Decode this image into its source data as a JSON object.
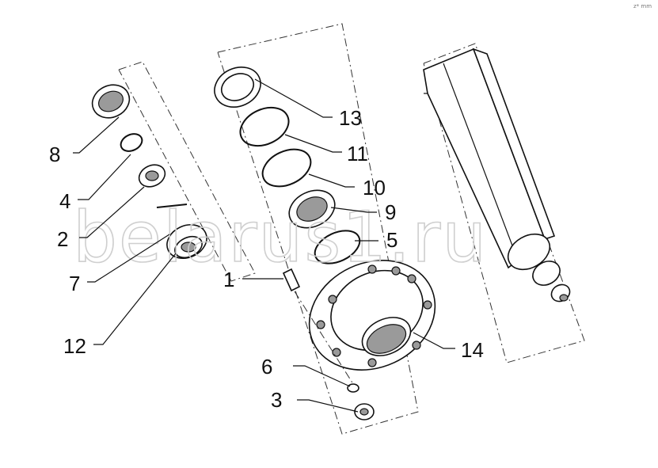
{
  "corner_mark": "z* mm",
  "watermark": "belarus1.ru",
  "callouts": [
    "1",
    "2",
    "3",
    "4",
    "5",
    "6",
    "7",
    "8",
    "9",
    "10",
    "11",
    "12",
    "13",
    "14"
  ]
}
